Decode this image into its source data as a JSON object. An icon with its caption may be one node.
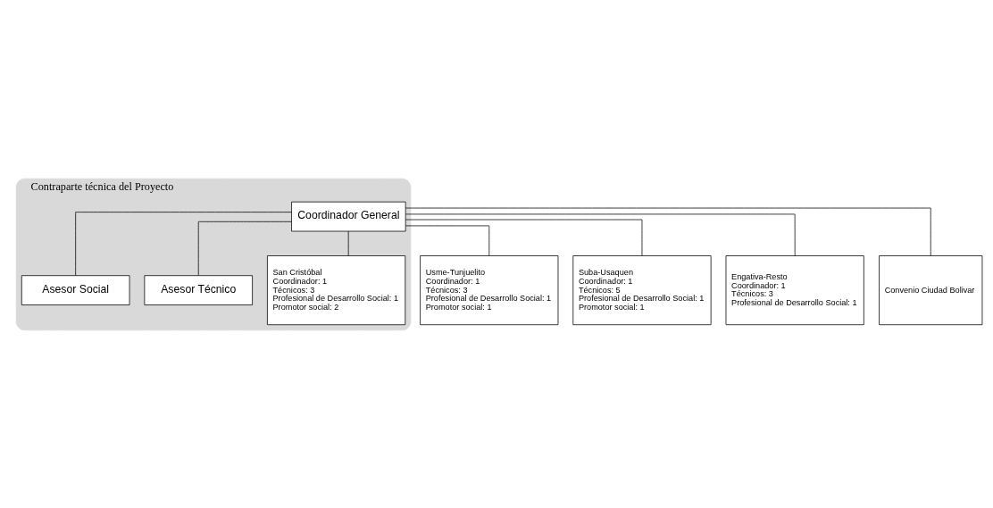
{
  "diagram": {
    "nodes": [
      {
        "text": [
          "Contraparte técnica del Proyecto"
        ]
      },
      {
        "text": [
          "Coordinador General"
        ],
        "in": 0
      },
      {
        "text": [
          "Asesor Social"
        ],
        "in": 0
      },
      {
        "text": [
          "Asesor Técnico"
        ],
        "in": 0
      },
      {
        "text": [
          "San Cristóbal",
          "Coordinador: 1",
          "Técnicos: 3",
          "Profesional de Desarrollo Social: 1",
          "Promotor social: 2"
        ],
        "in": 0
      },
      {
        "text": [
          "Usme-Tunjuelito",
          "Coordinador: 1",
          "Técnicos: 3",
          "Profesional de Desarrollo Social: 1",
          "Promotor social: 1"
        ]
      },
      {
        "text": [
          "Suba-Usaquen",
          "Coordinador: 1",
          "Técnicos: 5",
          "Profesional de Desarrollo Social: 1",
          "Promotor social: 1"
        ]
      },
      {
        "text": [
          "Engativa-Resto",
          "Coordinador: 1",
          "Técnicos: 3",
          "Profesional de Desarrollo Social: 1"
        ]
      },
      {
        "text": [
          "Convenio Ciudad Bolivar"
        ]
      }
    ],
    "edges": [
      {
        "from": 1,
        "to": 2,
        "arrow": "none"
      },
      {
        "from": 1,
        "to": 3,
        "arrow": "none"
      },
      {
        "from": 1,
        "to": 4,
        "arrow": "none"
      },
      {
        "from": 1,
        "to": 5,
        "arrow": "none"
      },
      {
        "from": 1,
        "to": 6,
        "arrow": "none"
      },
      {
        "from": 1,
        "to": 7,
        "arrow": "none"
      },
      {
        "from": 1,
        "to": 8,
        "arrow": "none"
      }
    ]
  }
}
